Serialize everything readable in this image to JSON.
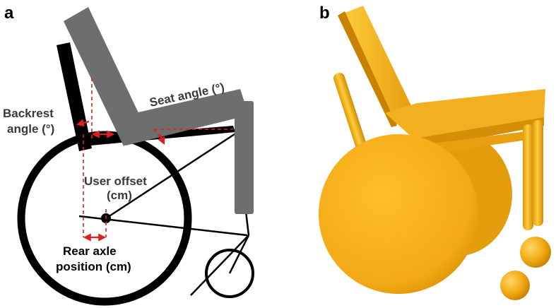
{
  "panels": {
    "a": {
      "letter": "a",
      "labels": {
        "backrest_line1": "Backrest",
        "backrest_line2": "angle (°)",
        "seat_angle": "Seat angle (°)",
        "user_offset_line1": "User offset",
        "user_offset_line2": "(cm)",
        "rear_axle_line1": "Rear axle",
        "rear_axle_line2": "position (cm)"
      }
    },
    "b": {
      "letter": "b"
    }
  },
  "colors": {
    "frame": "#000000",
    "user_body": "#6e6e6e",
    "dimension": "#e02020",
    "label_text": "#3a3a3a",
    "model_gold": "#f2a915",
    "model_shadow": "#c98200",
    "model_highlight": "#ffd24a"
  }
}
